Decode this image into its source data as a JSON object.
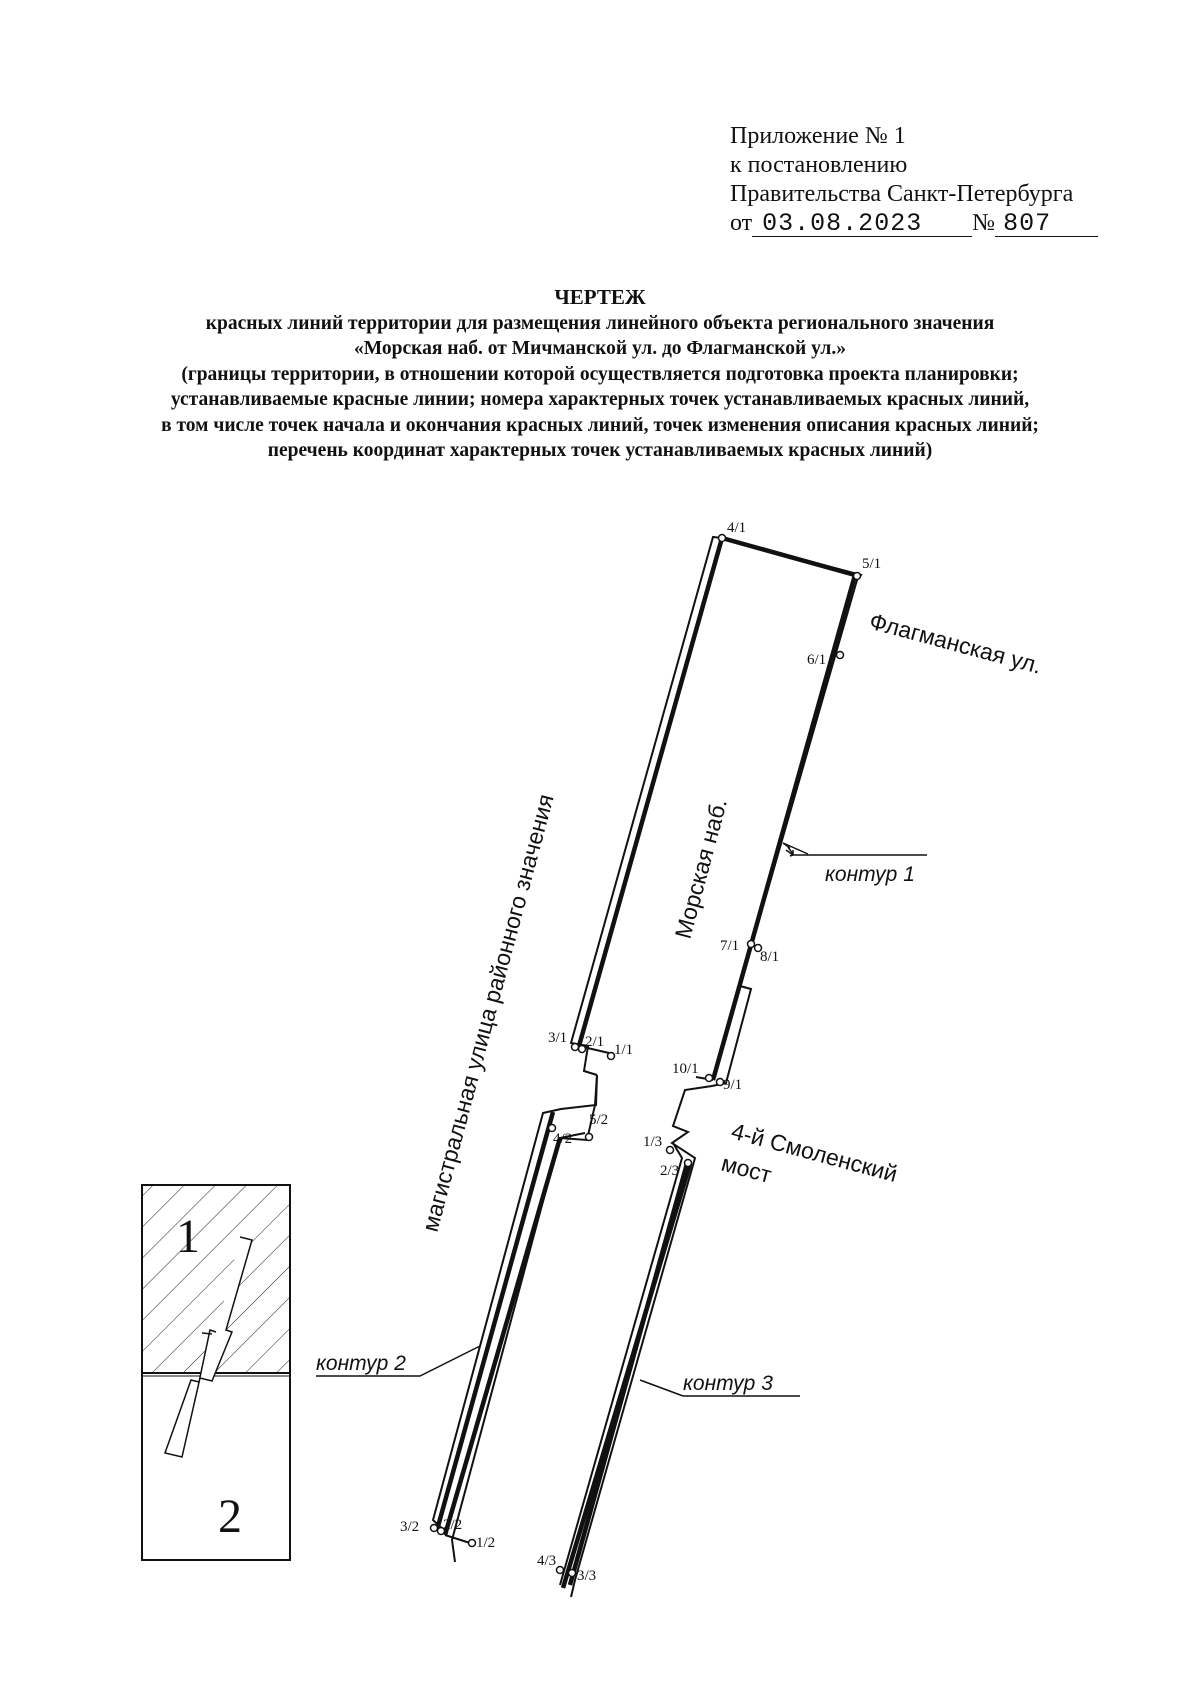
{
  "appendix": {
    "line1": "Приложение № 1",
    "line2": "к постановлению",
    "line3": "Правительства Санкт-Петербурга",
    "from_prefix": "от",
    "date": "03.08.2023",
    "number_prefix": "№",
    "number": "807"
  },
  "heading": {
    "title": "ЧЕРТЕЖ",
    "line1": "красных линий территории для размещения линейного объекта регионального значения",
    "line2": "«Морская наб. от Мичманской ул. до Флагманской ул.»",
    "line3": "(границы территории, в отношении которой осуществляется подготовка проекта планировки;",
    "line4": "устанавливаемые красные линии; номера характерных точек устанавливаемых красных линий,",
    "line5": "в том числе точек начала и окончания красных линий, точек изменения описания красных линий;",
    "line6": "перечень координат характерных точек устанавливаемых красных линий)"
  },
  "map": {
    "street_labels": {
      "flagmanskaya": "Флагманская ул.",
      "morskaya": "Морская наб.",
      "main_street": "магистральная улица районного значения",
      "bridge_line1": "4-й Смоленский",
      "bridge_line2": "мост"
    },
    "contours": {
      "c1": "контур 1",
      "c2": "контур 2",
      "c3": "контур 3"
    },
    "points": {
      "p4_1": "4/1",
      "p5_1": "5/1",
      "p6_1": "6/1",
      "p7_1": "7/1",
      "p8_1": "8/1",
      "p9_1": "9/1",
      "p10_1": "10/1",
      "p3_1": "3/1",
      "p2_1": "2/1",
      "p1_1": "1/1",
      "p5_2": "5/2",
      "p4_2": "4/2",
      "p3_2": "3/2",
      "p2_2": "2/2",
      "p1_2": "1/2",
      "p1_3": "1/3",
      "p2_3": "2/3",
      "p4_3": "4/3",
      "p3_3": "3/3"
    },
    "key_map": {
      "sheet1": "1",
      "sheet2": "2"
    }
  }
}
